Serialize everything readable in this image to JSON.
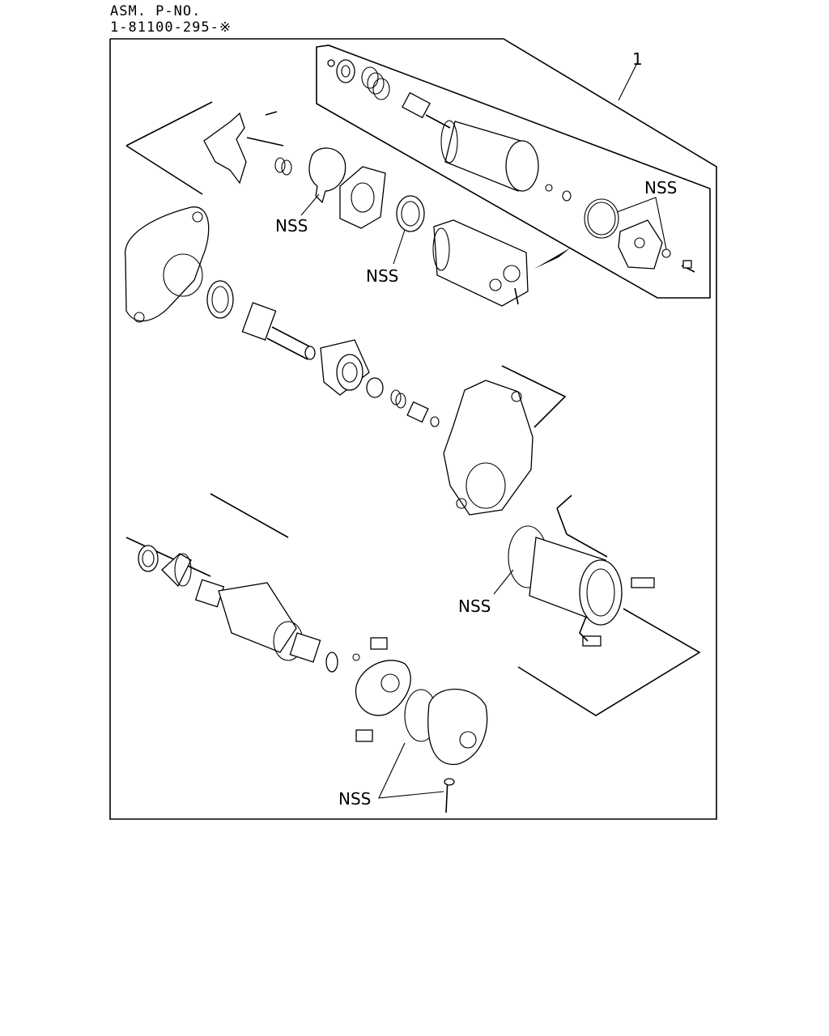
{
  "header": {
    "line1": "ASM. P-NO.",
    "line2": "1-81100-295-※"
  },
  "callouts": {
    "item_ref": "1",
    "nss": "NSS"
  }
}
